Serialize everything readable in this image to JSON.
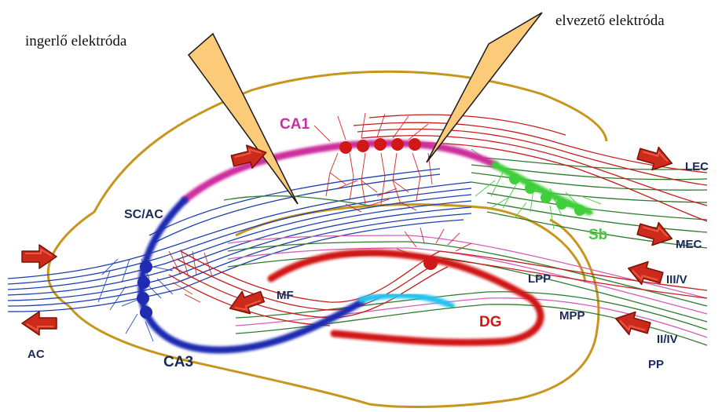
{
  "electrodes": {
    "stimulating": "ingerlő elektróda",
    "recording": "elvezető elektróda"
  },
  "regions": {
    "ca1": "CA1",
    "ca3": "CA3",
    "dg": "DG",
    "sb": "Sb",
    "sc_ac": "SC/AC",
    "mf": "MF",
    "lpp": "LPP",
    "mpp": "MPP",
    "lec": "LEC",
    "mec": "MEC",
    "layer_3_5": "III/V",
    "layer_2_4": "II/IV",
    "pp": "PP",
    "ac": "AC"
  },
  "colors": {
    "outline": "#c8961e",
    "ca1": "#cc2e9e",
    "ca3": "#1f2bb0",
    "dg": "#d01818",
    "dg_light": "#22c4ef",
    "sb": "#3fcf3a",
    "fiber_blue": "#1d3fb0",
    "fiber_red": "#c61d1d",
    "fiber_green": "#2f7a2f",
    "fiber_pink": "#d35fb8",
    "electrode_fill": "#fbcb7a",
    "electrode_stroke": "#1a1a1a",
    "arrow": "#cc2a1a",
    "label_dark": "#1b2a5a"
  }
}
